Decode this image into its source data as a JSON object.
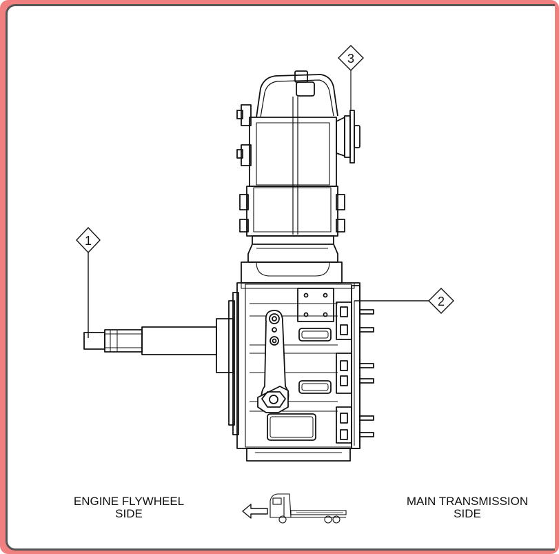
{
  "callouts": [
    {
      "number": "1"
    },
    {
      "number": "2"
    },
    {
      "number": "3"
    }
  ],
  "labels": {
    "engine_side": "ENGINE FLYWHEEL\nSIDE",
    "main_transmission_side": "MAIN TRANSMISSION\nSIDE"
  },
  "colors": {
    "frame": "#f08080",
    "border": "#555555",
    "line": "#111111"
  },
  "icons": {
    "direction": "arrow-left-icon",
    "vehicle": "truck-icon"
  }
}
